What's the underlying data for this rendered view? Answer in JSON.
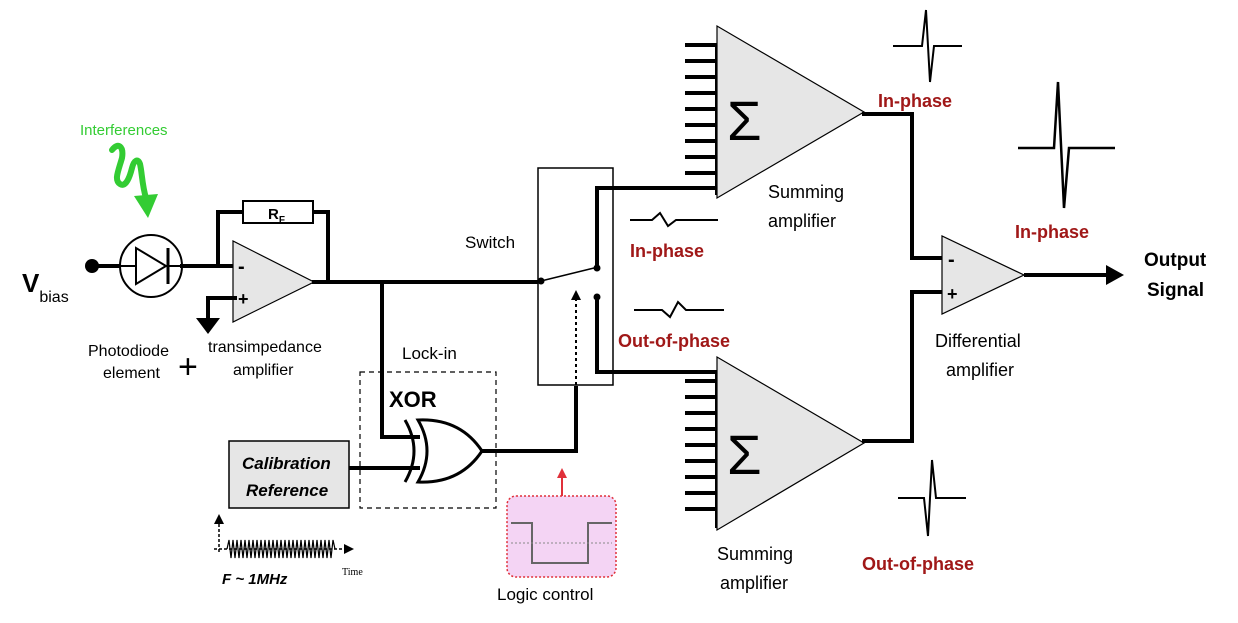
{
  "labels": {
    "interferences": "Interferences",
    "vbias_main": "V",
    "vbias_sub": "bias",
    "rf_main": "R",
    "rf_sub": "F",
    "tia_minus": "-",
    "tia_plus": "+",
    "photodiode": [
      "Photodiode",
      "element"
    ],
    "plus_sign": "+",
    "transimpedance": [
      "transimpedance",
      "amplifier"
    ],
    "switch": "Switch",
    "lockin": "Lock-in",
    "xor": "XOR",
    "calibration": [
      "Calibration",
      "Reference"
    ],
    "freq": "F ~ 1MHz",
    "time": "Time",
    "logic_control": "Logic control",
    "inphase_switch": "In-phase",
    "outphase_switch": "Out-of-phase",
    "inphase_top": "In-phase",
    "sum_top": [
      "Summing",
      "amplifier"
    ],
    "sum_bottom": [
      "Summing",
      "amplifier"
    ],
    "outphase_bottom": "Out-of-phase",
    "inphase_out": "In-phase",
    "diff_minus": "-",
    "diff_plus": "+",
    "differential": [
      "Differential",
      "amplifier"
    ],
    "output": [
      "Output",
      "Signal"
    ],
    "sigma": "Σ"
  },
  "colors": {
    "accent_red": "#a01818",
    "interference_green": "#33cc33",
    "amp_fill": "#e6e6e6",
    "logic_fill": "#f4d4f4",
    "logic_border": "#e0303a"
  }
}
